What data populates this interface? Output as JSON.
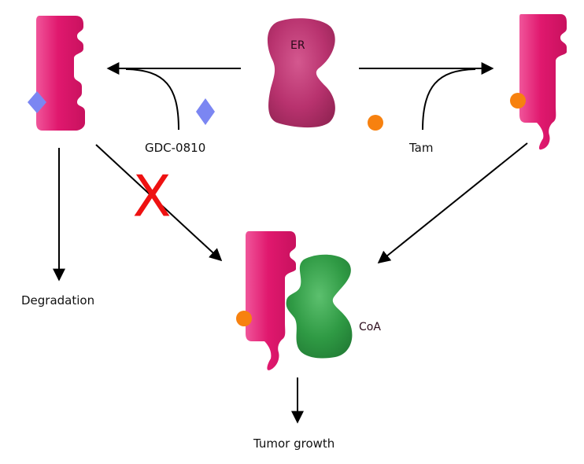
{
  "labels": {
    "er": "ER",
    "gdc": "GDC-0810",
    "tam": "Tam",
    "degradation": "Degradation",
    "coa": "CoA",
    "tumor": "Tumor growth"
  },
  "colors": {
    "er_receptor": "#e0186e",
    "er_highlight": "#f0559a",
    "er_native": "#b8326e",
    "coactivator": "#2f9a44",
    "gdc_ligand": "#7b86f2",
    "tam_ligand": "#f7810f",
    "block_mark": "#ee1111",
    "arrow": "#000000"
  },
  "glyphs": {
    "block": "X"
  }
}
